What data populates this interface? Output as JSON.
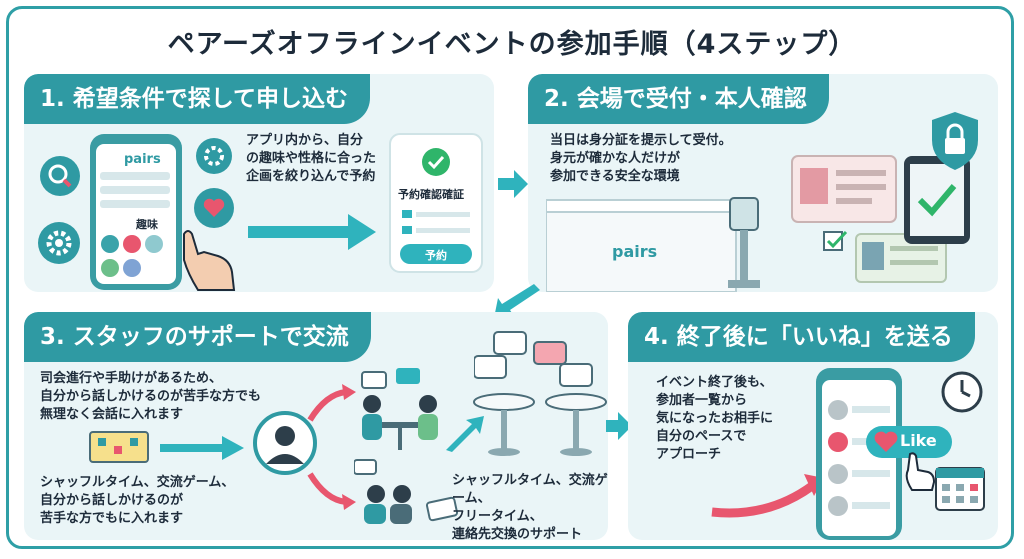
{
  "title": "ペアーズオフラインイベントの参加手順（4ステップ）",
  "step1": {
    "header": "1. 希望条件で探して申し込む",
    "text": "アプリ内から、自分\nの趣味や性格に合った\n企画を絞り込んで予約",
    "app_logo": "pairs",
    "hobby_label": "趣味",
    "confirm_title": "予約確認確証",
    "reserve_button": "予約",
    "icons": [
      "search-icon",
      "gear-icon",
      "heart-icon",
      "music-icon",
      "book-icon"
    ]
  },
  "step2": {
    "header": "2. 会場で受付・本人確認",
    "text": "当日は身分証を提示して受付。\n身元が確かな人だけが\n参加できる安全な環境",
    "counter_logo": "pairs",
    "icons": [
      "shield-lock-icon",
      "id-card-icon",
      "tablet-check-icon",
      "checkbox-icon"
    ]
  },
  "step3": {
    "header": "3. スタッフのサポートで交流",
    "text": "司会進行や手助けがあるため、\n自分から話しかけるのが苦手な方でも\n無理なく会話に入れます",
    "text_left": "シャッフルタイム、交流ゲーム、\n自分から話しかけるのが\n苦手な方でもに入れます",
    "text_right": "シャッフルタイム、交流ゲーム、\nフリータイム、\n連絡先交換のサポート",
    "icons": [
      "staff-avatar-icon",
      "chat-bubble-icon",
      "table-icon",
      "game-board-icon"
    ]
  },
  "step4": {
    "header": "4. 終了後に「いいね」を送る",
    "text": "イベント終了後も、\n参加者一覧から\n気になったお相手に\n自分のペースで\nアプローチ",
    "like_button": "Like",
    "icons": [
      "clock-icon",
      "calendar-icon",
      "heart-icon",
      "hand-pointer-icon"
    ]
  },
  "colors": {
    "teal": "#2f9aa3",
    "panel": "#eaf5f7",
    "pink": "#e8566e",
    "text": "#1d2b3a"
  }
}
